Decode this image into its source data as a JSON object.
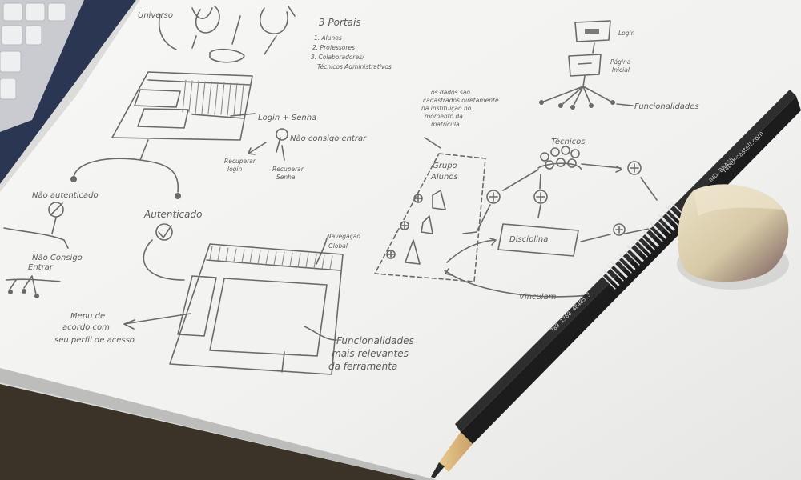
{
  "sketch": {
    "heading_portals": "3 Portais",
    "portal_list": [
      "1. Alunos",
      "2. Professores",
      "3. Colaboradores/",
      "Técnicos Administrativos"
    ],
    "label_universo": "Universo",
    "label_login_senha": "Login + Senha",
    "label_nao_consigo": "Não consigo entrar",
    "label_recuperar_login": [
      "Recuperar",
      "login"
    ],
    "label_recuperar_senha": [
      "Recuperar",
      "Senha"
    ],
    "label_nao_autenticado": "Não autenticado",
    "label_autenticado": "Autenticado",
    "label_nao_consigo_entrar": [
      "Não Consigo",
      "Entrar"
    ],
    "label_navegacao": [
      "Navegação",
      "Global"
    ],
    "label_menu": [
      "Menu de",
      "acordo com",
      "seu perfil de acesso"
    ],
    "label_funcionalidades_main": [
      "Funcionalidades",
      "mais relevantes",
      "da ferramenta"
    ],
    "label_login_top": "Login",
    "label_pagina_inicial": [
      "Página",
      "Inicial"
    ],
    "label_funcionalidades_top": "Funcionalidades",
    "label_dados_note": [
      "os dados são",
      "cadastrados diretamente",
      "na instituição no",
      "momento da",
      "matrícula"
    ],
    "label_grupo_alunos": [
      "Grupo",
      "Alunos"
    ],
    "label_tecnicos": "Técnicos",
    "label_disciplina": "Disciplina",
    "label_vinculam": "Vinculam",
    "label_pencil_brand": "faber-castell.com",
    "label_pencil_made": "IND. BRASIL",
    "label_pencil_barcode": "789 1360 48485 3"
  },
  "colors": {
    "paper": "#f3f3f1",
    "desk": "#2b3a55",
    "graphite": "#6a6a6a",
    "pencil": "#1c1c1c",
    "eraser": "#d9cdb0"
  }
}
